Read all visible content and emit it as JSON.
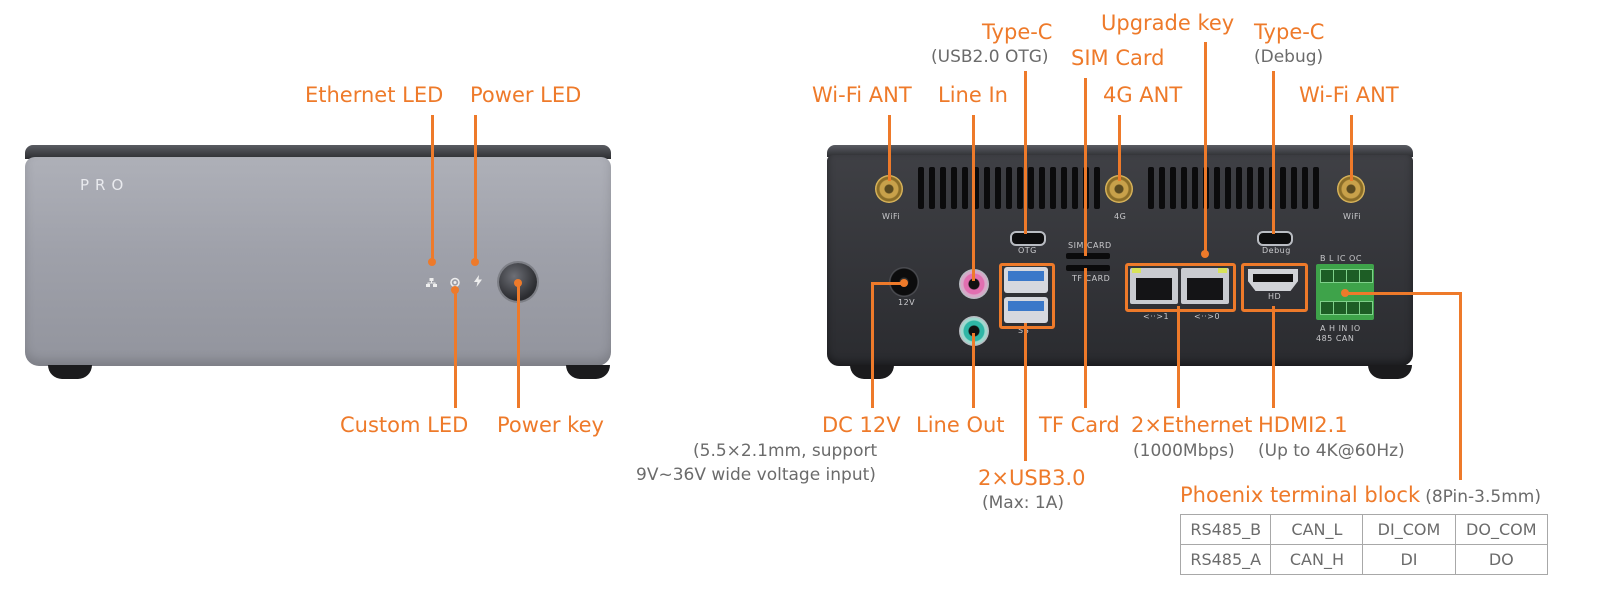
{
  "front": {
    "brand": "PRO",
    "labels": {
      "ethernet_led": "Ethernet LED",
      "power_led": "Power LED",
      "custom_led": "Custom LED",
      "power_key": "Power key"
    }
  },
  "rear": {
    "labels": {
      "wifi_ant_left": "Wi-Fi ANT",
      "line_in": "Line In",
      "type_c_otg": "Type-C",
      "type_c_otg_sub": "(USB2.0 OTG)",
      "sim_card": "SIM Card",
      "upgrade_key": "Upgrade key",
      "ant_4g": "4G ANT",
      "type_c_debug": "Type-C",
      "type_c_debug_sub": "(Debug)",
      "wifi_ant_right": "Wi-Fi ANT",
      "dc": "DC 12V",
      "dc_sub1": "(5.5×2.1mm, support",
      "dc_sub2": "9V~36V wide voltage input)",
      "line_out": "Line Out",
      "tf_card": "TF Card",
      "ethernet": "2×Ethernet",
      "ethernet_sub": "(1000Mbps)",
      "hdmi": "HDMI2.1",
      "hdmi_sub": "(Up to 4K@60Hz)",
      "usb": "2×USB3.0",
      "usb_sub": "(Max: 1A)",
      "phoenix": "Phoenix terminal block",
      "phoenix_sub": "(8Pin-3.5mm)"
    },
    "silkscreen": {
      "wifi_l": "WiFi",
      "wifi_r": "WiFi",
      "ant4g": "4G",
      "otg": "OTG",
      "debug": "Debug",
      "sim": "SIM CARD",
      "tf": "TF CARD",
      "dc12v": "12V",
      "ss": "SS",
      "eth1": "<··>1",
      "eth0": "<··>0",
      "hd": "HD",
      "term_top": "B  L  IC OC",
      "term_bot1": "A  H  IN IO",
      "term_bot2": "485 CAN"
    }
  },
  "pin_table": {
    "rows": [
      [
        "RS485_B",
        "CAN_L",
        "DI_COM",
        "DO_COM"
      ],
      [
        "RS485_A",
        "CAN_H",
        "DI",
        "DO"
      ]
    ]
  },
  "colors": {
    "accent": "#ee7a2a",
    "muted_text": "#6b6b6b"
  }
}
